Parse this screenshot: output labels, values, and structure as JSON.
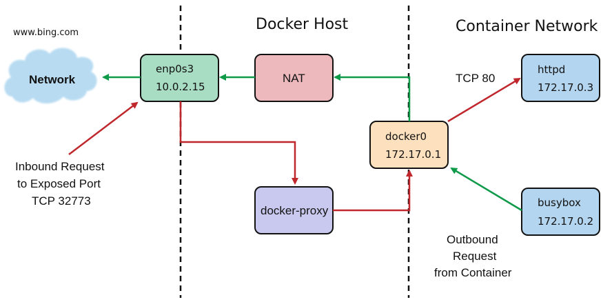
{
  "sections": {
    "docker_host": "Docker Host",
    "container_network": "Container Network"
  },
  "site": "www.bing.com",
  "cloud_label": "Network",
  "nodes": {
    "enp0s3": {
      "name": "enp0s3",
      "ip": "10.0.2.15",
      "color": "#a8dcc3"
    },
    "nat": {
      "name": "NAT",
      "color": "#eeb9bd"
    },
    "docker_proxy": {
      "name": "docker-proxy",
      "color": "#c9c9ef"
    },
    "docker0": {
      "name": "docker0",
      "ip": "172.17.0.1",
      "color": "#fde0bd"
    },
    "httpd": {
      "name": "httpd",
      "ip": "172.17.0.3",
      "color": "#b3d5ef"
    },
    "busybox": {
      "name": "busybox",
      "ip": "172.17.0.2",
      "color": "#b3d5ef"
    }
  },
  "labels": {
    "tcp80": "TCP 80",
    "inbound": [
      "Inbound Request",
      "to Exposed Port",
      "TCP  32773"
    ],
    "outbound": [
      "Outbound",
      "Request",
      "from Container"
    ]
  },
  "colors": {
    "inbound_arrow": "#c0272d",
    "outbound_arrow": "#0e9a48",
    "cloud": "#b8dbf2"
  }
}
